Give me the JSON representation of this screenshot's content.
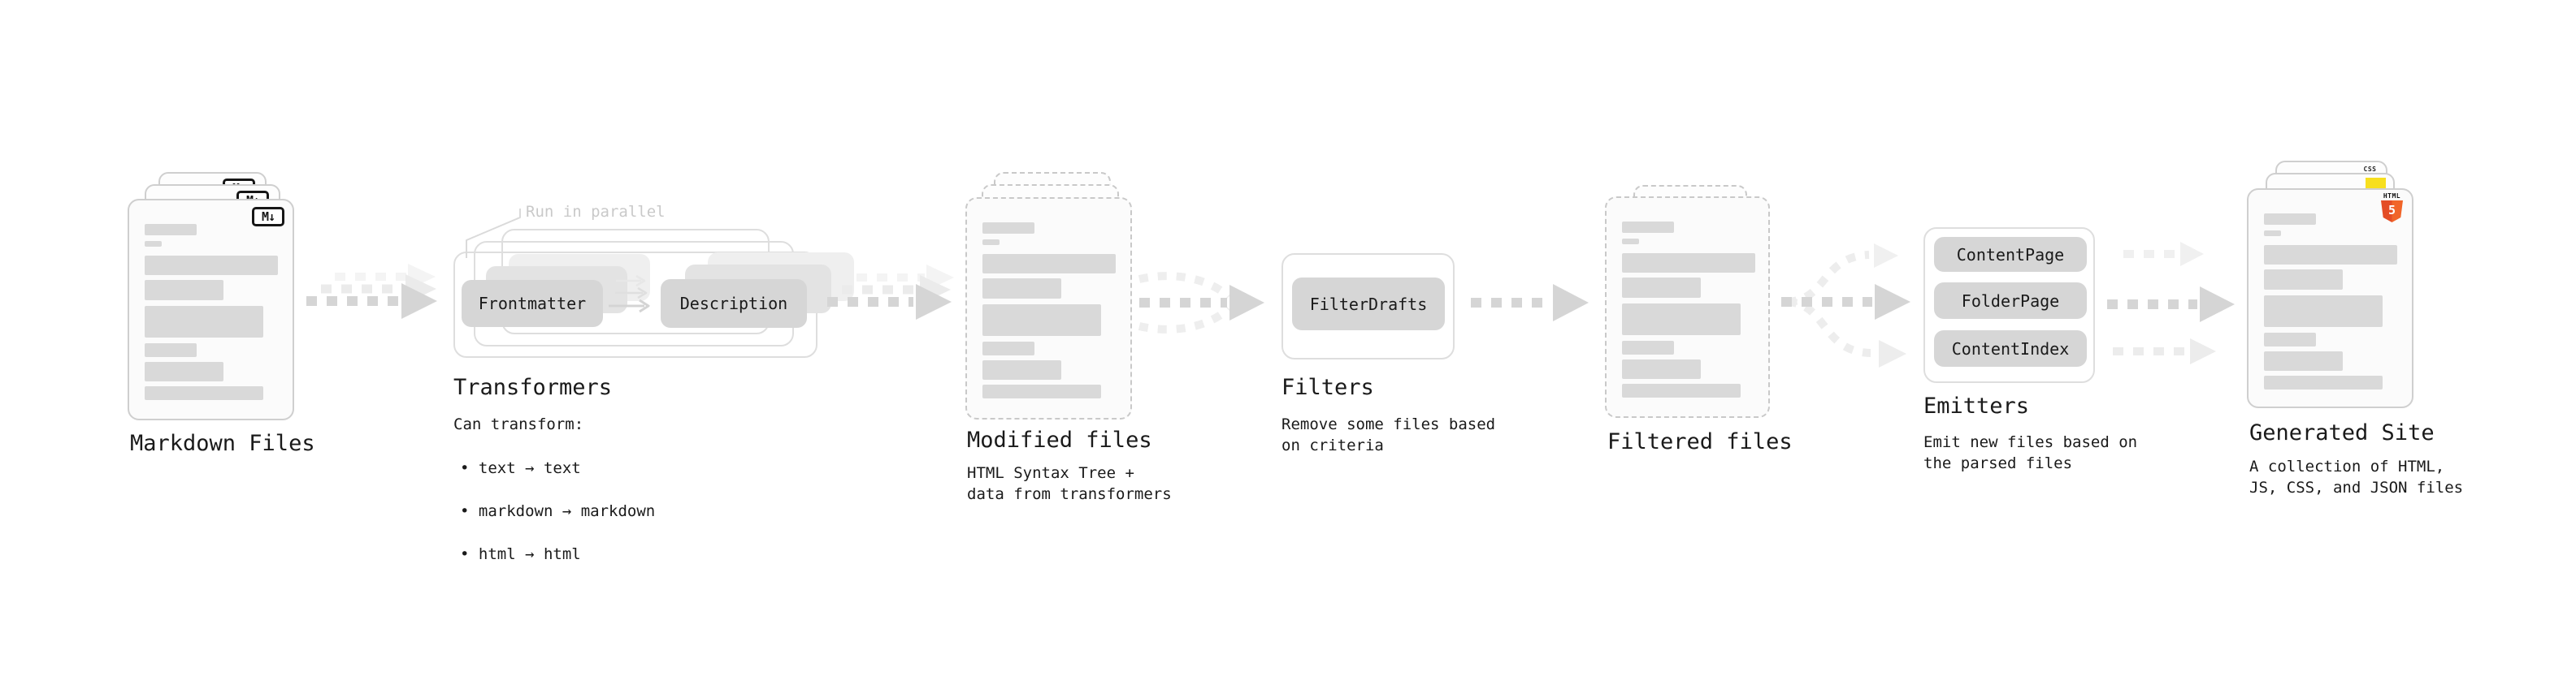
{
  "nodes": {
    "markdown_files": {
      "label": "Markdown Files",
      "file_badge": "M↓"
    },
    "transformers": {
      "label": "Transformers",
      "annotation": "Run in parallel",
      "step_from": "Frontmatter",
      "step_to": "Description",
      "description": "Can transform:",
      "bullets": [
        "• text → text",
        "• markdown → markdown",
        "• html → html"
      ]
    },
    "modified_files": {
      "label": "Modified files",
      "description": "HTML Syntax Tree +\ndata from transformers"
    },
    "filters": {
      "label": "Filters",
      "button": "FilterDrafts",
      "description": "Remove some files based\non criteria"
    },
    "filtered_files": {
      "label": "Filtered files"
    },
    "emitters": {
      "label": "Emitters",
      "buttons": [
        "ContentPage",
        "FolderPage",
        "ContentIndex"
      ],
      "description": "Emit new files based on\nthe parsed files"
    },
    "generated_site": {
      "label": "Generated Site",
      "description": "A collection of HTML,\nJS, CSS, and JSON files",
      "css_badge": "CSS",
      "html_badge_title": "HTML",
      "html_badge_number": "5"
    }
  },
  "colors": {
    "text": "#1a1a1a",
    "muted_annotation": "#c9c9c9",
    "bar": "#d9d9d9",
    "arrow": "#d5d5d5",
    "arrow_ghost": "#f0f0f0",
    "accent_html5": "#e44d26",
    "accent_html5_light": "#f16529",
    "accent_css": "#2b63f1",
    "accent_js": "#f7df1e"
  },
  "skeleton_bars": [
    {
      "t": 29,
      "w": 64,
      "h": 14
    },
    {
      "t": 50,
      "w": 21,
      "h": 7
    },
    {
      "t": 68,
      "w": 164,
      "h": 24
    },
    {
      "t": 98,
      "w": 97,
      "h": 25
    },
    {
      "t": 130,
      "w": 146,
      "h": 39
    },
    {
      "t": 176,
      "w": 64,
      "h": 17
    },
    {
      "t": 199,
      "w": 97,
      "h": 24
    },
    {
      "t": 229,
      "w": 146,
      "h": 17
    }
  ]
}
